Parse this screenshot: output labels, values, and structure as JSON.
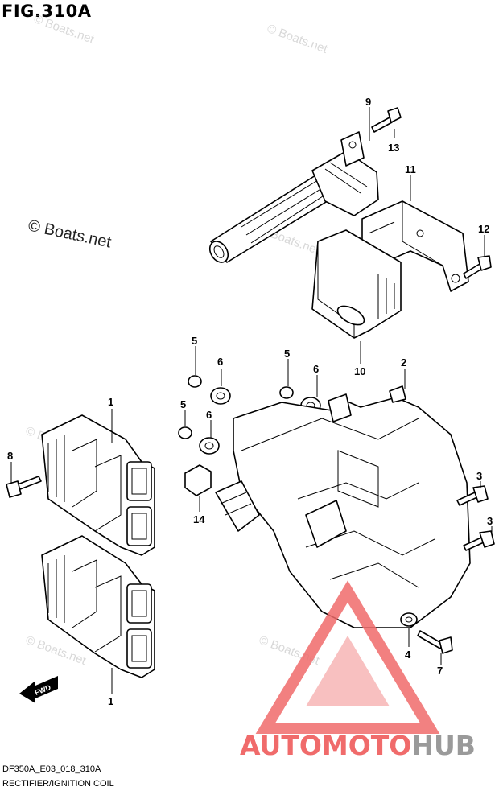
{
  "header": {
    "figure_title": "FIG.310A"
  },
  "watermarks": {
    "small_text": "© Boats.net",
    "large_text": "© Boats.net"
  },
  "callouts": [
    {
      "id": "1a",
      "text": "1"
    },
    {
      "id": "1b",
      "text": "1"
    },
    {
      "id": "2",
      "text": "2"
    },
    {
      "id": "3a",
      "text": "3"
    },
    {
      "id": "3b",
      "text": "3"
    },
    {
      "id": "4",
      "text": "4"
    },
    {
      "id": "5a",
      "text": "5"
    },
    {
      "id": "5b",
      "text": "5"
    },
    {
      "id": "5c",
      "text": "5"
    },
    {
      "id": "6a",
      "text": "6"
    },
    {
      "id": "6b",
      "text": "6"
    },
    {
      "id": "6c",
      "text": "6"
    },
    {
      "id": "7",
      "text": "7"
    },
    {
      "id": "8",
      "text": "8"
    },
    {
      "id": "9",
      "text": "9"
    },
    {
      "id": "10",
      "text": "10"
    },
    {
      "id": "11",
      "text": "11"
    },
    {
      "id": "12",
      "text": "12"
    },
    {
      "id": "13",
      "text": "13"
    },
    {
      "id": "14",
      "text": "14"
    }
  ],
  "fwd_label": "FWD",
  "footer": {
    "drawing_code": "DF350A_E03_018_310A",
    "caption": "RECTIFIER/IGNITION COIL"
  },
  "brand": {
    "part1": "AUTOMOTO",
    "part2": "HUB",
    "color_red": "#f06b6b",
    "color_gray": "#9a9a9a"
  }
}
